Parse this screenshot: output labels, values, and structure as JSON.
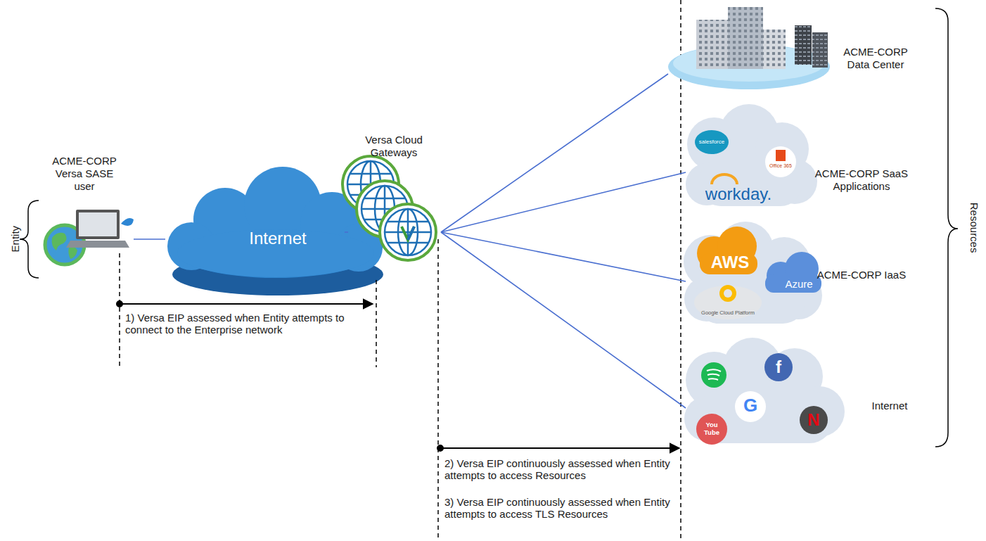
{
  "diagram": {
    "nodes": [
      {
        "text": [
          "ACME-CORP Versa SASE user"
        ]
      },
      {
        "text": [
          "Internet"
        ]
      },
      {
        "text": [
          "Versa Cloud Gateways"
        ]
      },
      {
        "text": [
          "ACME-CORP Data Center"
        ]
      },
      {
        "text": [
          "ACME-CORP SaaS Applications"
        ]
      },
      {
        "text": [
          "ACME-CORP IaaS"
        ]
      },
      {
        "text": [
          "Internet"
        ]
      }
    ],
    "edges": [
      {
        "from": 0,
        "to": 1,
        "arrow": "none"
      },
      {
        "from": 1,
        "to": 2,
        "arrow": "none"
      },
      {
        "from": 2,
        "to": 3,
        "arrow": "none"
      },
      {
        "from": 2,
        "to": 4,
        "arrow": "none"
      },
      {
        "from": 2,
        "to": 5,
        "arrow": "none"
      },
      {
        "from": 2,
        "to": 6,
        "arrow": "none"
      }
    ],
    "labels": [
      "Entity",
      "1) Versa EIP assessed when Entity attempts to connect to the Enterprise network",
      "2) Versa EIP continuously assessed when Entity attempts to access Resources",
      "3) Versa EIP continuously assessed when Entity attempts to access TLS Resources",
      "Resources",
      "salesforce",
      "Office 365",
      "workday.",
      "AWS",
      "Azure",
      "Google Cloud Platform",
      "f",
      "G",
      "You Tube",
      "N"
    ]
  }
}
